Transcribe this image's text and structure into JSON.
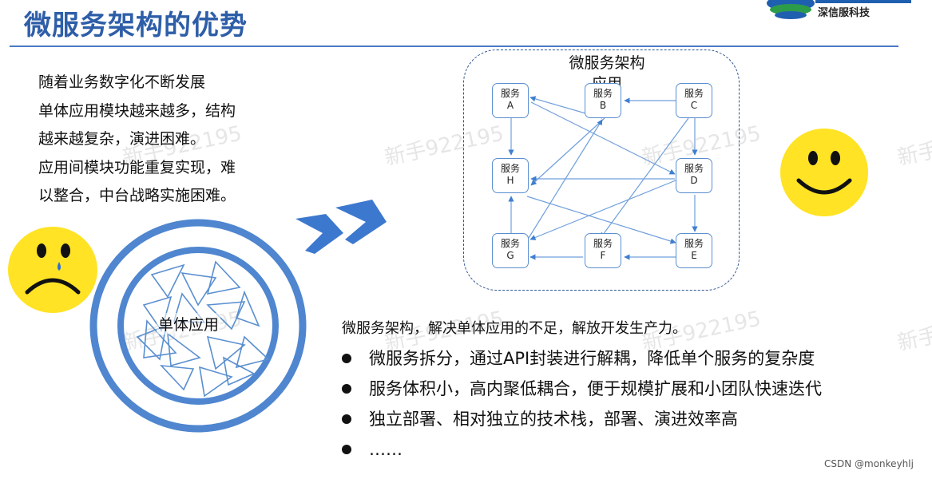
{
  "title": "微服务架构的优势",
  "logo": {
    "company": "深信服科技"
  },
  "intro_lines": [
    "随着业务数字化不断发展",
    "单体应用模块越来越多，结构",
    "越来越复杂，演进困难。",
    "应用间模块功能重复实现，难",
    "以整合，中台战略实施困难。"
  ],
  "monolith_label": "单体应用",
  "diagram": {
    "title": "微服务架构\n应用",
    "nodes": [
      {
        "label": "服务",
        "id": "A"
      },
      {
        "label": "服务",
        "id": "B"
      },
      {
        "label": "服务",
        "id": "C"
      },
      {
        "label": "服务",
        "id": "H"
      },
      {
        "label": "服务",
        "id": "D"
      },
      {
        "label": "服务",
        "id": "G"
      },
      {
        "label": "服务",
        "id": "F"
      },
      {
        "label": "服务",
        "id": "E"
      }
    ]
  },
  "summary": "微服务架构，解决单体应用的不足，解放开发生产力。",
  "bullets": [
    "微服务拆分，通过API封装进行解耦，降低单个服务的复杂度",
    "服务体积小，高内聚低耦合，便于规模扩展和小团队快速迭代",
    "独立部署、相对独立的技术栈，部署、演进效率高",
    "……"
  ],
  "watermark": "新手922195",
  "credit": "CSDN @monkeyhlj",
  "colors": {
    "title": "#2e5ea8",
    "accent": "#4a78c4",
    "face": "#ffe324",
    "arrow": "#3f7fd1"
  }
}
